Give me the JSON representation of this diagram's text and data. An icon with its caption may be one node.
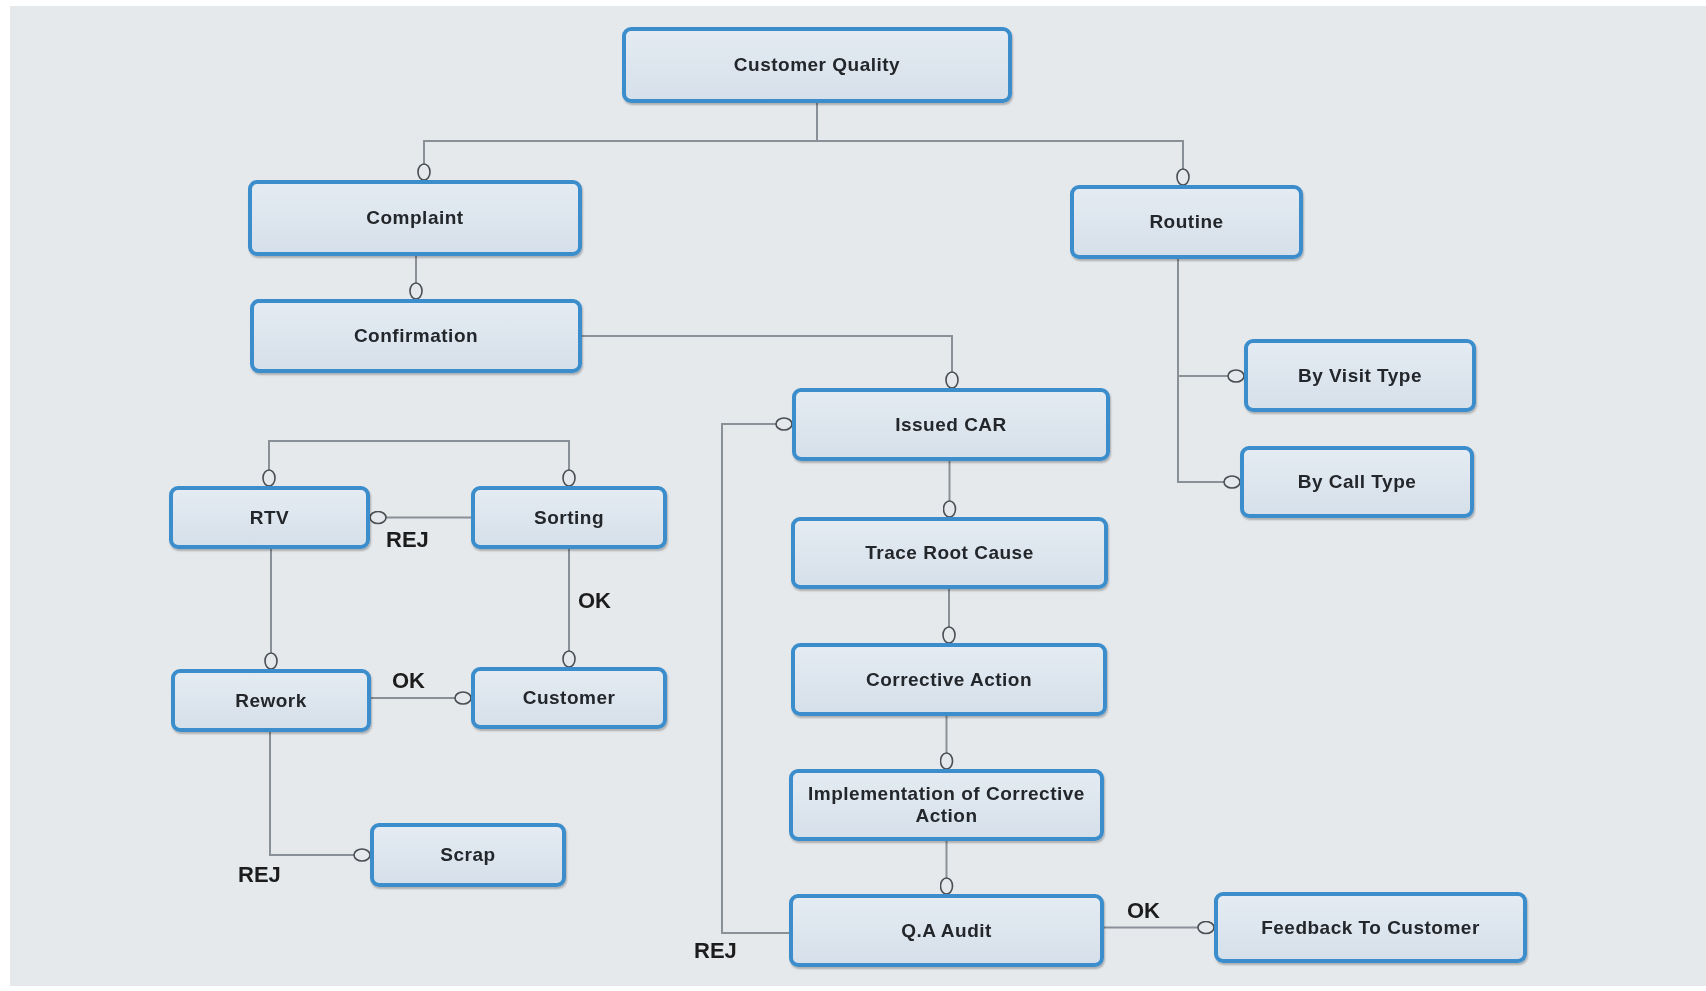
{
  "diagram": {
    "nodes": [
      {
        "text": [
          "Customer Quality"
        ]
      },
      {
        "text": [
          "Complaint"
        ]
      },
      {
        "text": [
          "Routine"
        ]
      },
      {
        "text": [
          "Confirmation"
        ]
      },
      {
        "text": [
          "By Visit Type"
        ]
      },
      {
        "text": [
          "Issued CAR"
        ]
      },
      {
        "text": [
          "By Call Type"
        ]
      },
      {
        "text": [
          "RTV"
        ]
      },
      {
        "text": [
          "Sorting"
        ]
      },
      {
        "text": [
          "Trace Root Cause"
        ]
      },
      {
        "text": [
          "Corrective Action"
        ]
      },
      {
        "text": [
          "Rework"
        ]
      },
      {
        "text": [
          "Customer"
        ]
      },
      {
        "text": [
          "Implementation of Corrective Action"
        ]
      },
      {
        "text": [
          "Scrap"
        ]
      },
      {
        "text": [
          "Q.A Audit"
        ]
      },
      {
        "text": [
          "Feedback To Customer"
        ]
      }
    ],
    "edges": [
      {
        "from": 0,
        "to": 1,
        "arrow": "other"
      },
      {
        "from": 0,
        "to": 2,
        "arrow": "other"
      },
      {
        "from": 1,
        "to": 3,
        "arrow": "other"
      },
      {
        "from": 3,
        "to": 5,
        "arrow": "other"
      },
      {
        "from": 2,
        "to": 4,
        "arrow": "other"
      },
      {
        "from": 2,
        "to": 6,
        "arrow": "other"
      },
      {
        "from": 7,
        "to": 8,
        "arrow": "other"
      },
      {
        "from": 8,
        "to": 7,
        "arrow": "other",
        "label": "REJ"
      },
      {
        "from": 8,
        "to": 12,
        "arrow": "other",
        "label": "OK"
      },
      {
        "from": 7,
        "to": 11,
        "arrow": "other"
      },
      {
        "from": 11,
        "to": 12,
        "arrow": "other",
        "label": "OK"
      },
      {
        "from": 11,
        "to": 14,
        "arrow": "other",
        "label": "REJ"
      },
      {
        "from": 5,
        "to": 9,
        "arrow": "other"
      },
      {
        "from": 9,
        "to": 10,
        "arrow": "other"
      },
      {
        "from": 10,
        "to": 13,
        "arrow": "other"
      },
      {
        "from": 13,
        "to": 15,
        "arrow": "other"
      },
      {
        "from": 15,
        "to": 16,
        "arrow": "other",
        "label": "OK"
      },
      {
        "from": 15,
        "to": 5,
        "arrow": "other",
        "label": "REJ"
      }
    ]
  }
}
